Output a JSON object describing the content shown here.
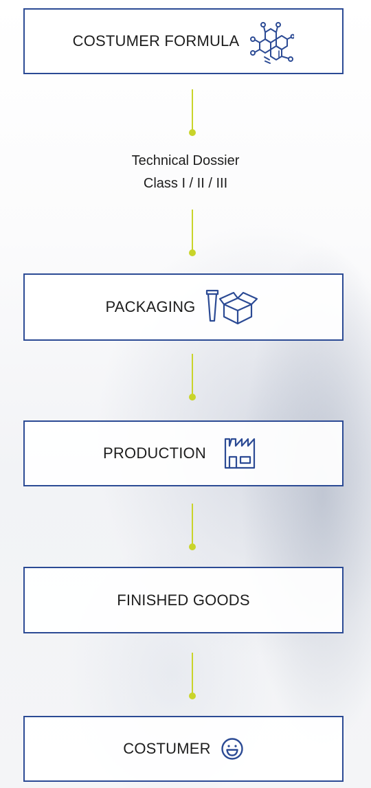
{
  "steps": [
    {
      "label": "COSTUMER FORMULA",
      "icon": "molecule-icon"
    },
    {
      "label": "PACKAGING",
      "icon": "tube-and-box-icon"
    },
    {
      "label": "PRODUCTION",
      "icon": "factory-icon"
    },
    {
      "label": "FINISHED GOODS"
    },
    {
      "label": "COSTUMER",
      "icon": "smiley-icon"
    }
  ],
  "dossier": {
    "line1": "Technical Dossier",
    "line2": "Class I / II / III"
  },
  "colors": {
    "box_border": "#2b4a94",
    "icon": "#2b4a94",
    "connector": "#c9d42a",
    "text": "#1d1d1d"
  }
}
